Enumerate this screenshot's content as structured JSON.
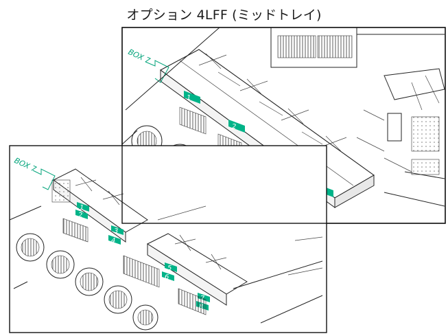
{
  "title": "オプション 4LFF (ミッドトレイ)",
  "accent_color": "#00b388",
  "front_view": {
    "box_label": "BOX 7",
    "bays": [
      "1",
      "2",
      "3",
      "4"
    ]
  },
  "rear_view": {
    "box_label": "BOX 7",
    "bays": [
      "1",
      "2",
      "3",
      "4",
      "5",
      "6",
      "7",
      "8"
    ]
  }
}
